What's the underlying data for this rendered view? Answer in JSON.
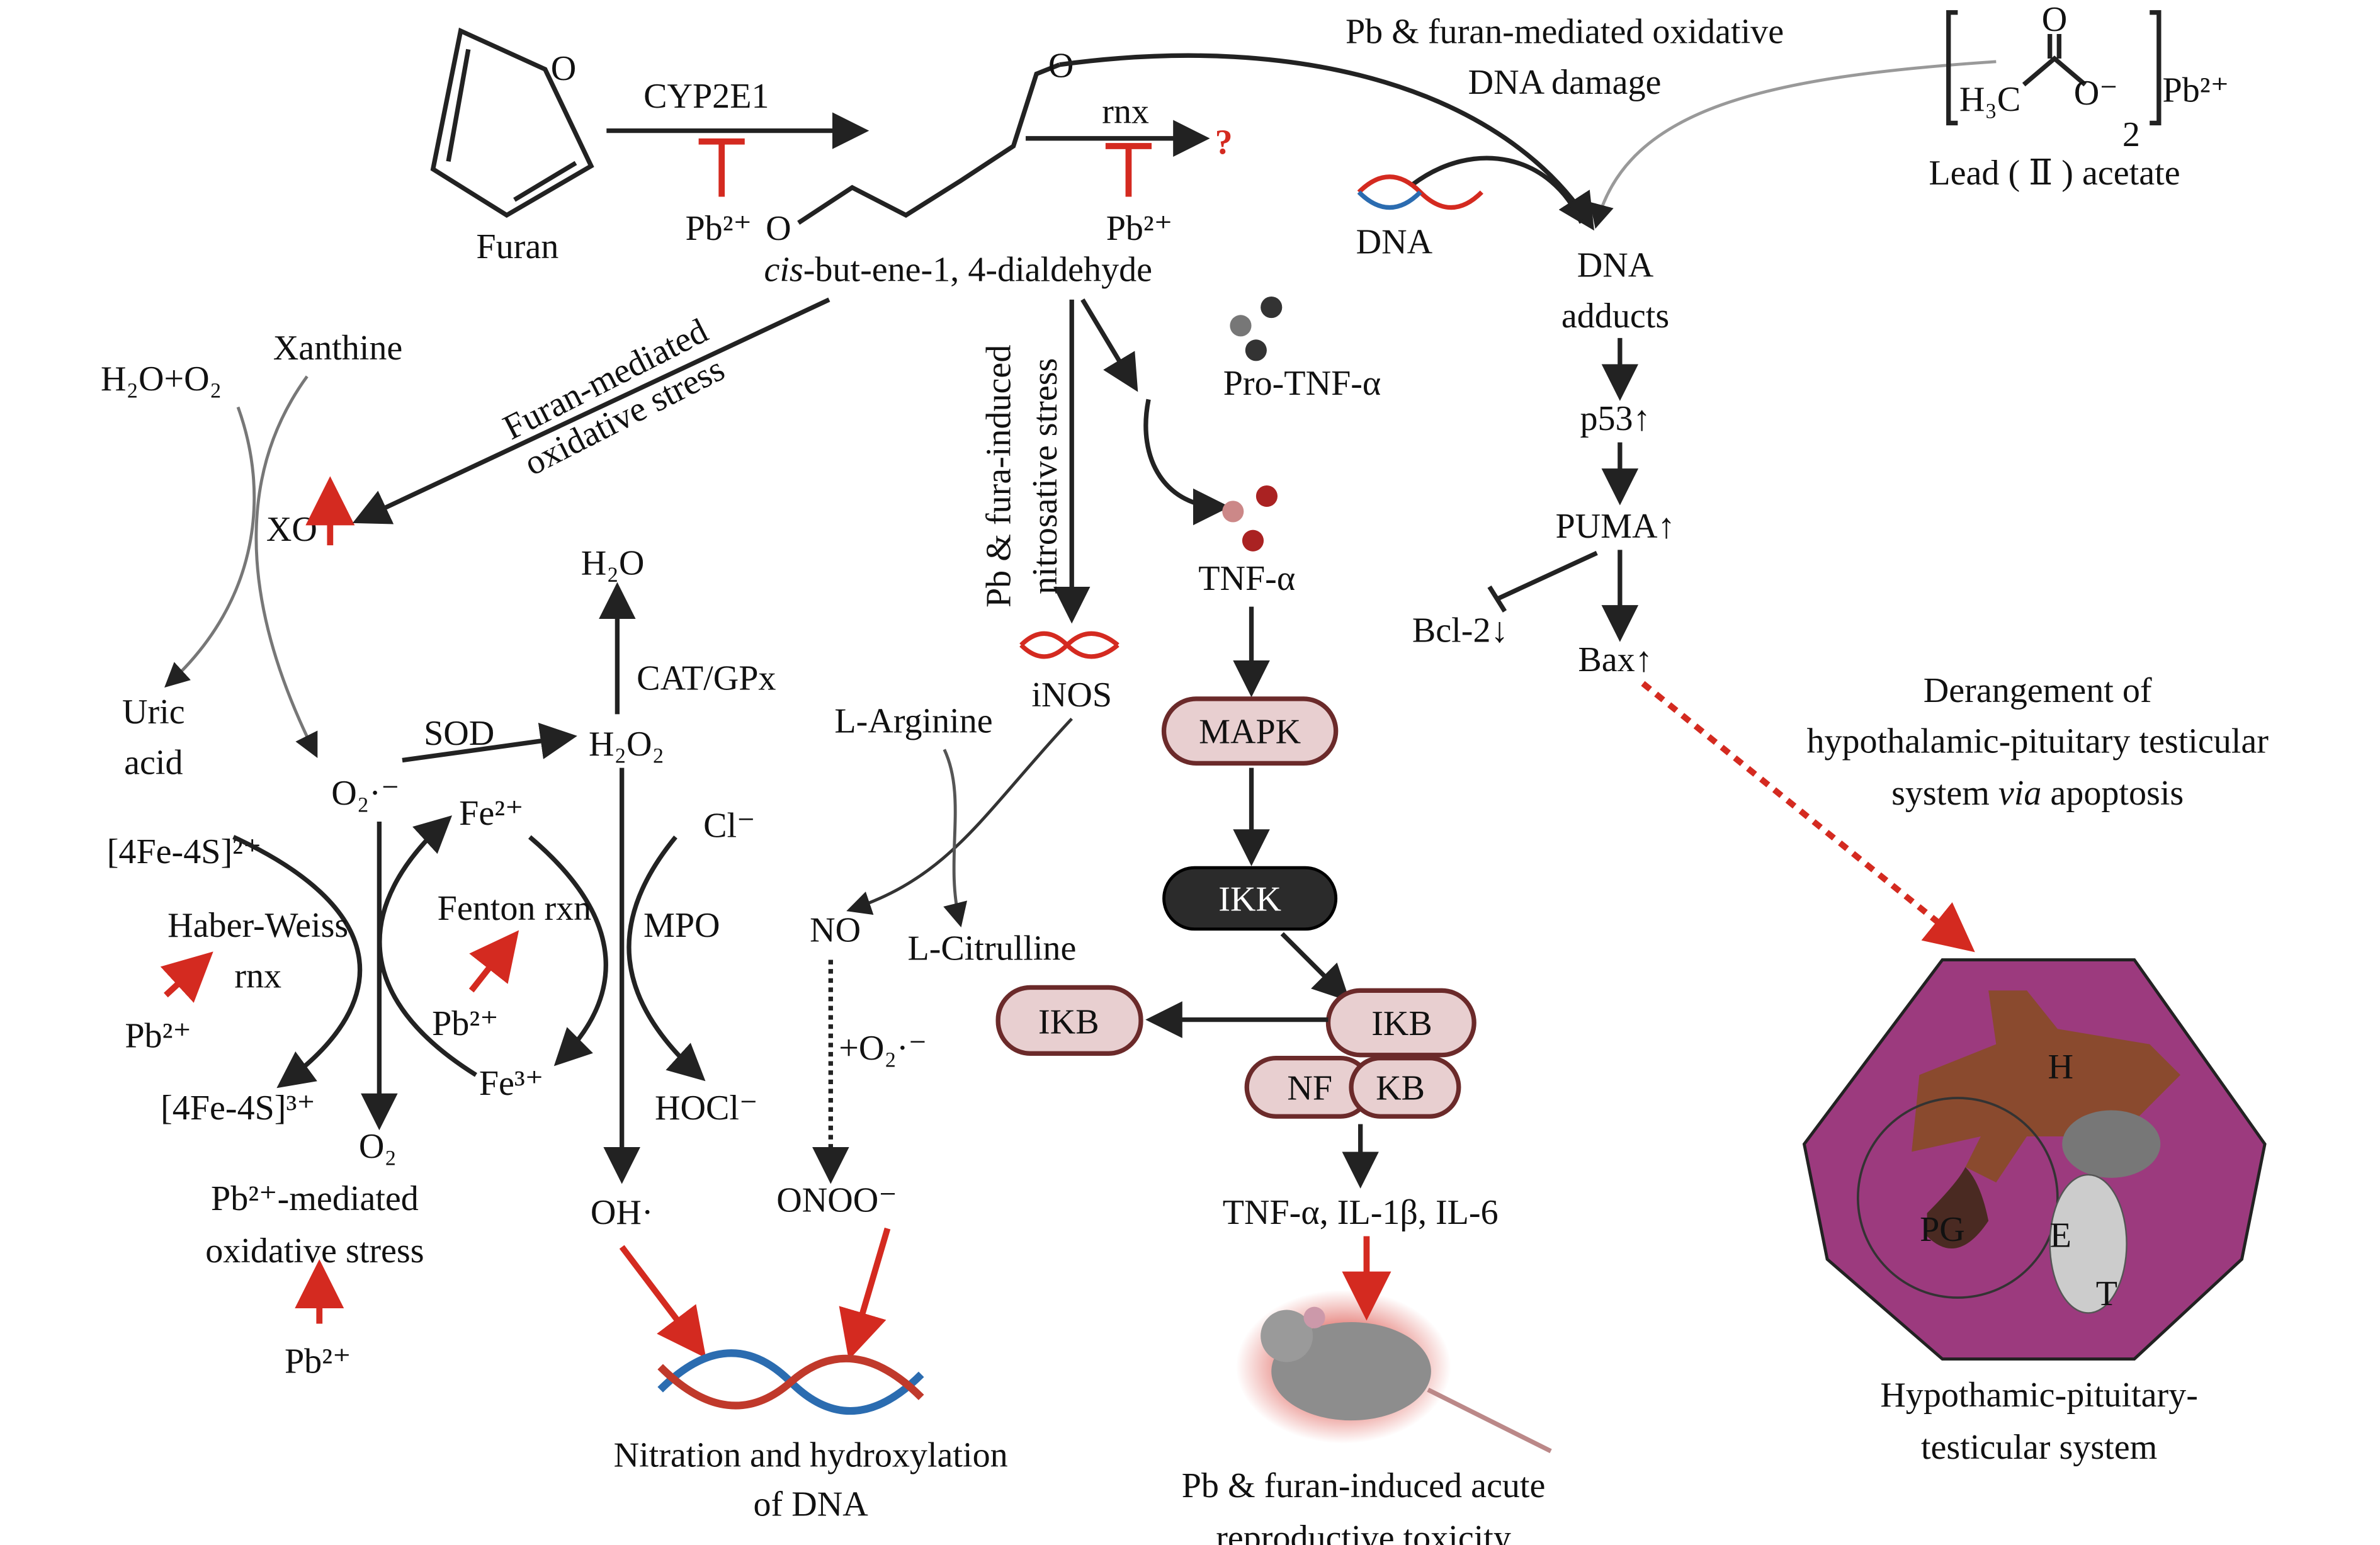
{
  "colors": {
    "inhibit": "#d42a20",
    "protein_box": "#e8cfd0",
    "ikk_box": "#2b2b2b",
    "hpt_octagon": "#9c3a7e",
    "hypothalamus": "#8a4a2e"
  },
  "top": {
    "furan": "Furan",
    "furan_o": "O",
    "cyp": "CYP2E1",
    "pb_a": "Pb²⁺",
    "o_left": "O",
    "o_right": "O",
    "dialdehyde_italic": "cis",
    "dialdehyde_rest": "-but-ene-1, 4-dialdehyde",
    "rnx": "rnx",
    "question": "?",
    "pb_b": "Pb²⁺"
  },
  "dna_damage": {
    "line1": "Pb & furan-mediated oxidative",
    "line2": "DNA damage",
    "dna": "DNA",
    "adducts1": "DNA",
    "adducts2": "adducts",
    "p53": "p53↑",
    "puma": "PUMA↑",
    "bcl2": "Bcl-2↓",
    "bax": "Bax↑"
  },
  "lead": {
    "h3c": "H₃C",
    "o_top": "O",
    "o_minus": "O⁻",
    "pb": "Pb²⁺",
    "sub2": "2",
    "label": "Lead ( Ⅱ ) acetate"
  },
  "derangement": {
    "line1": "Derangement of",
    "line2": "hypothalamic-pituitary testicular",
    "line3_pre": "system ",
    "line3_italic": "via",
    "line3_post": " apoptosis"
  },
  "hpt": {
    "h": "H",
    "pg": "PG",
    "e": "E",
    "t": "T",
    "label1": "Hypothamic-pituitary-",
    "label2": "testicular system"
  },
  "oxidative": {
    "h2o_o2": "H₂O+O₂",
    "xanthine": "Xanthine",
    "xo": "XO",
    "furan_stress1": "Furan-mediated",
    "furan_stress2": "oxidative stress",
    "uric1": "Uric",
    "uric2": "acid",
    "h2o": "H₂O",
    "catgpx": "CAT/GPx",
    "h2o2": "H₂O₂",
    "sod": "SOD",
    "o2rad": "O₂·⁻",
    "fe2": "Fe²⁺",
    "fes2": "[4Fe-4S]²⁺",
    "cl": "Cl⁻",
    "haber1": "Haber-Weiss",
    "haber2": "rnx",
    "fenton": "Fenton rxn",
    "mpo": "MPO",
    "pb1": "Pb²⁺",
    "pb2": "Pb²⁺",
    "fe3": "Fe³⁺",
    "fes3": "[4Fe-4S]³⁺",
    "o2": "O₂",
    "hocl": "HOCl⁻",
    "pbstress1": "Pb²⁺-mediated",
    "pbstress2": "oxidative stress",
    "pb3": "Pb²⁺",
    "oh": "OH·",
    "onoo": "ONOO⁻"
  },
  "nitro": {
    "label1": "Pb & fura-induced",
    "label2": "nitrosative stress",
    "inos": "iNOS",
    "arginine": "L-Arginine",
    "no": "NO",
    "citrulline": "L-Citrulline",
    "plus_o2": "+O₂·⁻",
    "dna1": "Nitration and hydroxylation",
    "dna2": "of DNA"
  },
  "inflam": {
    "pro_tnf": "Pro-TNF-α",
    "tnf": "TNF-α",
    "mapk": "MAPK",
    "ikk": "IKK",
    "ikb_left": "IKB",
    "ikb_right": "IKB",
    "nf": "NF",
    "kb": "KB",
    "cytokines": "TNF-α, IL-1β, IL-6",
    "tox1": "Pb & furan-induced acute",
    "tox2": "reproductive toxicity"
  }
}
